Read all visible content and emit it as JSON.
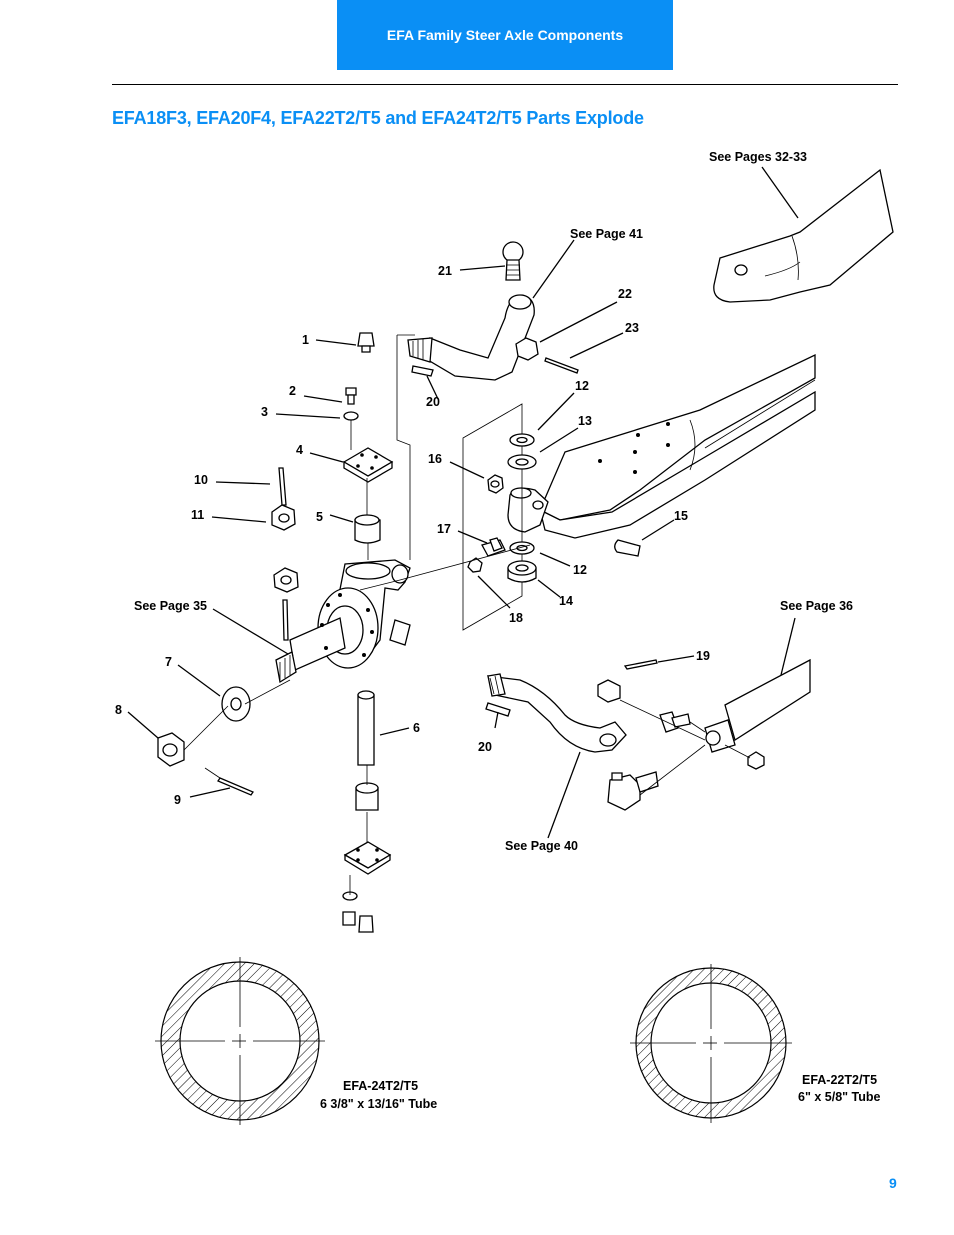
{
  "header": {
    "section_title": "EFA Family Steer Axle Components"
  },
  "page_title": "EFA18F3, EFA20F4, EFA22T2/T5 and EFA24T2/T5 Parts Explode",
  "page_number": "9",
  "callouts": {
    "c1": "1",
    "c2": "2",
    "c3": "3",
    "c4": "4",
    "c5": "5",
    "c6": "6",
    "c7": "7",
    "c8": "8",
    "c9": "9",
    "c10": "10",
    "c11": "11",
    "c12a": "12",
    "c12b": "12",
    "c13": "13",
    "c14": "14",
    "c15": "15",
    "c16": "16",
    "c17": "17",
    "c18": "18",
    "c19": "19",
    "c20a": "20",
    "c20b": "20",
    "c21": "21",
    "c22": "22",
    "c23": "23"
  },
  "references": {
    "pages_32_33": "See Pages 32-33",
    "page_41": "See Page 41",
    "page_35": "See Page 35",
    "page_36": "See Page 36",
    "page_40": "See Page 40"
  },
  "tubes": {
    "left": {
      "model": "EFA-24T2/T5",
      "size": "6 3/8\" x 13/16\" Tube"
    },
    "right": {
      "model": "EFA-22T2/T5",
      "size": "6\" x 5/8\" Tube"
    }
  },
  "colors": {
    "accent": "#0a8ff5"
  }
}
